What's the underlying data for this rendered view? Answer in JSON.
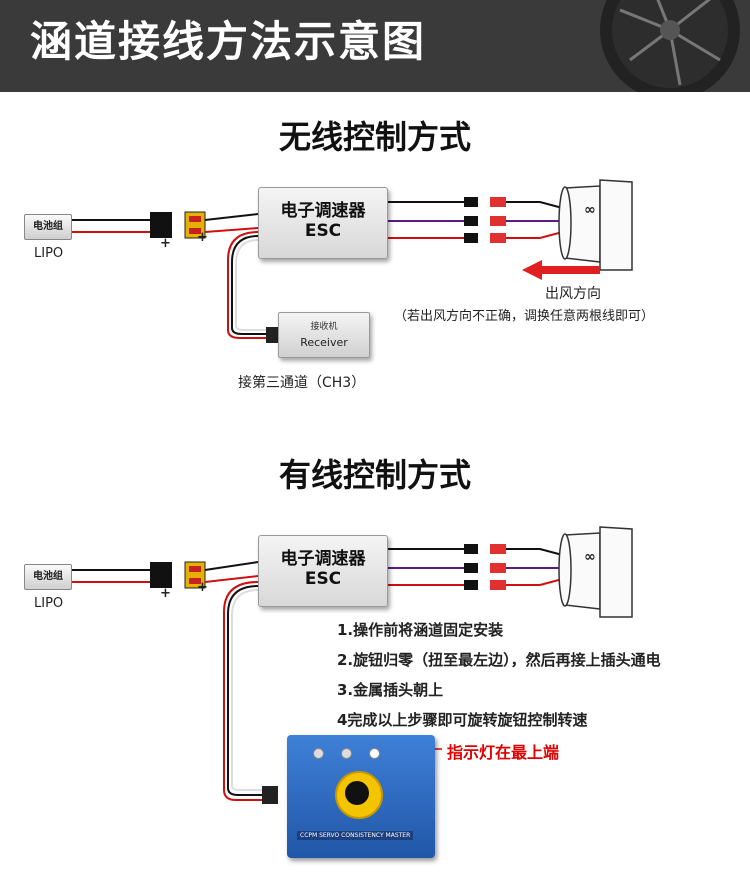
{
  "header": {
    "title": "涵道接线方法示意图"
  },
  "wireless": {
    "title": "无线控制方式",
    "battery_label": "电池组",
    "lipo": "LIPO",
    "plus1": "+",
    "plus2": "+",
    "esc_line1": "电子调速器",
    "esc_line2": "ESC",
    "receiver_cn": "接收机",
    "receiver_en": "Receiver",
    "channel_note": "接第三通道（CH3）",
    "airflow": "出风方向",
    "airflow_note": "（若出风方向不正确，调换任意两根线即可）"
  },
  "wired": {
    "title": "有线控制方式",
    "battery_label": "电池组",
    "lipo": "LIPO",
    "plus1": "+",
    "plus2": "+",
    "esc_line1": "电子调速器",
    "esc_line2": "ESC",
    "steps": [
      "1.操作前将涵道固定安装",
      "2.旋钮归零（扭至最左边），然后再接上插头通电",
      "3.金属插头朝上",
      "4完成以上步骤即可旋转旋钮控制转速"
    ],
    "indicator": "指示灯在最上端",
    "tester_label": "CCPM SERVO CONSISTENCY MASTER"
  },
  "colors": {
    "header_bg": "#3a3a3a",
    "red_wire": "#d01010",
    "purple_wire": "#5a1a8a",
    "arrow": "#e02020",
    "tester": "#2f6bc4",
    "knob": "#f4c400"
  }
}
